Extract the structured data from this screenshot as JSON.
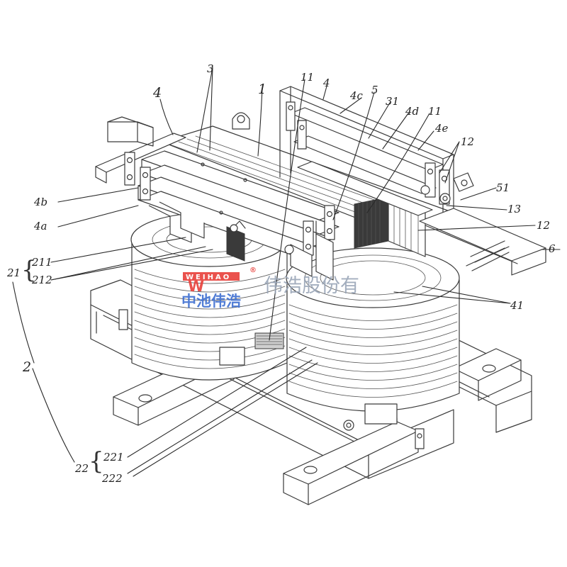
{
  "labels": {
    "l1": "1",
    "l2": "2",
    "l3": "3",
    "l4_left": "4",
    "l4_top": "4",
    "l4a": "4a",
    "l4b": "4b",
    "l4c": "4c",
    "l4d": "4d",
    "l4e": "4e",
    "l5": "5",
    "l6": "6",
    "l11_top": "11",
    "l11_right": "11",
    "l12_top": "12",
    "l12_mid": "12",
    "l13": "13",
    "l21": "21",
    "l22": "22",
    "l31": "31",
    "l41": "41",
    "l51": "51",
    "l211": "211",
    "l212": "212",
    "l221": "221",
    "l222": "222"
  },
  "watermark": {
    "logo_letter": "W",
    "brand_en": "WEIHAO",
    "brand_cn": "中池伟浩",
    "registered": "®",
    "company_text": "伟浩股份有",
    "logo_color": "#e8403a",
    "brand_cn_color": "#3f6fd1",
    "company_color": "#9aa6b8"
  },
  "colors": {
    "line": "#3a3a3a",
    "background": "#ffffff"
  }
}
